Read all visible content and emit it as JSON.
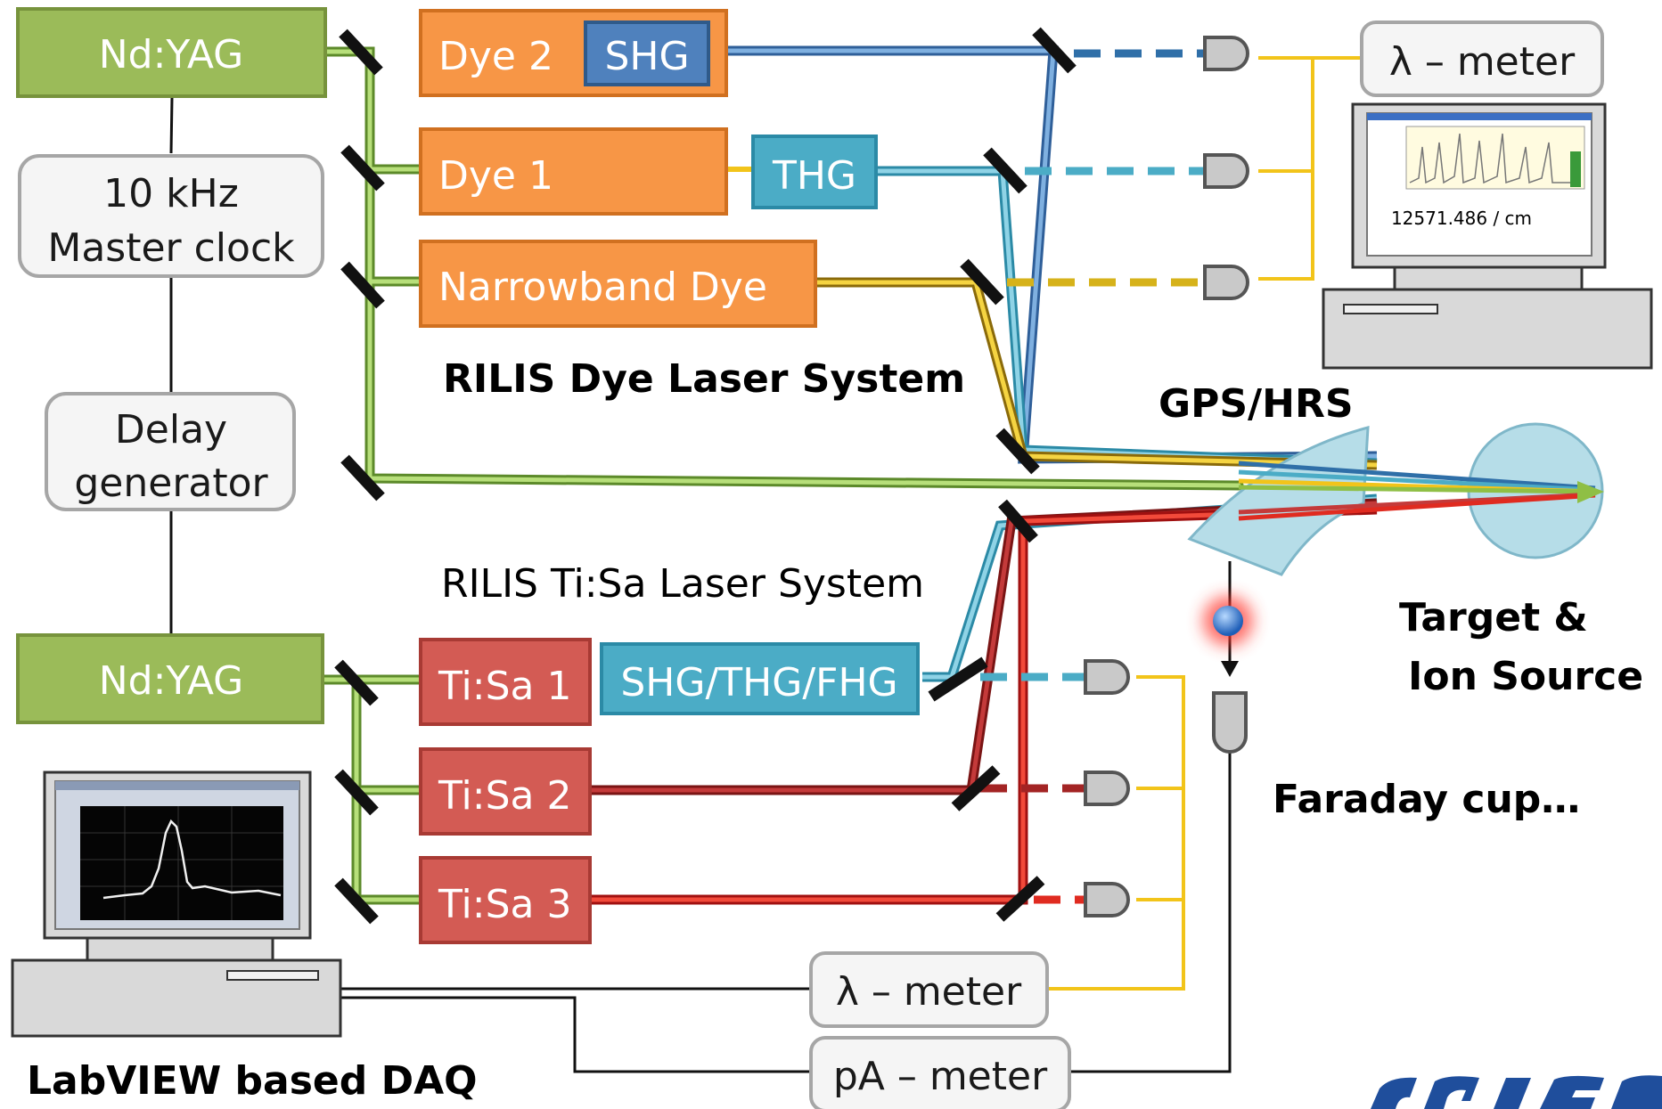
{
  "colors": {
    "nd_yag": "#9bbb59",
    "dye": "#f79646",
    "harmonic_blue": "#4bacc6",
    "shg_blue": "#4f81bd",
    "tisa": "#d35b54",
    "pump_green": "#8fbf45",
    "yellow_beam": "#f2c41a",
    "red_beam": "#e02b20",
    "grey_box_border": "#a6a6a6",
    "target": "#b6dde8"
  },
  "lasers": {
    "nd_yag_top": "Nd:YAG",
    "nd_yag_bottom": "Nd:YAG",
    "dye2": "Dye 2",
    "shg": "SHG",
    "dye1": "Dye 1",
    "thg": "THG",
    "narrowband": "Narrowband Dye",
    "tisa1": "Ti:Sa 1",
    "shg_thg_fhg": "SHG/THG/FHG",
    "tisa2": "Ti:Sa 2",
    "tisa3": "Ti:Sa 3"
  },
  "control": {
    "clock_line1": "10 kHz",
    "clock_line2": "Master clock",
    "delay_line1": "Delay",
    "delay_line2": "generator"
  },
  "meters": {
    "lambda_top": "λ – meter",
    "lambda_bottom": "λ – meter",
    "pa_meter": "pA – meter"
  },
  "labels": {
    "dye_system": "RILIS Dye Laser System",
    "tisa_system": "RILIS Ti:Sa Laser System",
    "gps_hrs": "GPS/HRS",
    "target_line1": "Target &",
    "target_line2": "Ion Source",
    "faraday": "Faraday cup…",
    "daq": "LabVIEW based DAQ",
    "monitor_readout": "12571.486 / cm"
  }
}
